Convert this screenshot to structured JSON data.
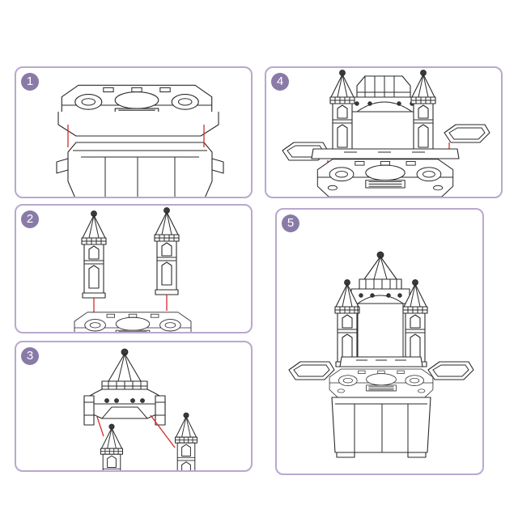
{
  "steps": [
    {
      "number": "1"
    },
    {
      "number": "2"
    },
    {
      "number": "3"
    },
    {
      "number": "4"
    },
    {
      "number": "5"
    }
  ],
  "colors": {
    "panel_border": "#b9a8cf",
    "badge": "#8a7aa8",
    "guide_line": "#d42b2b",
    "line_art": "#2a2a2a"
  },
  "icons": {
    "guide": "red-assembly-arrow",
    "artwork": "castle-vanity-line-drawing"
  }
}
